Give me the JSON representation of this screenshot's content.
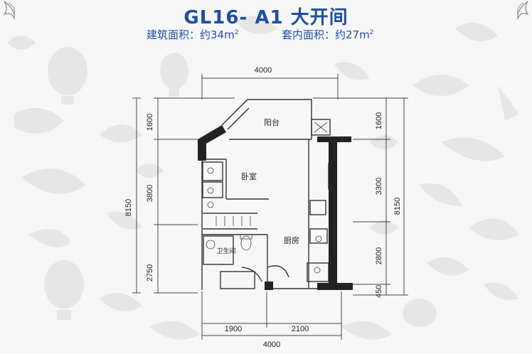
{
  "header": {
    "title": "GL16- A1  大开间",
    "building_area_label": "建筑面积：约34m",
    "inner_area_label": "套内面积：约27m",
    "superscript": "2"
  },
  "rooms": {
    "balcony": "阳台",
    "bedroom": "卧室",
    "kitchen": "厨房",
    "bathroom": "卫生间"
  },
  "dimensions": {
    "top_total": "4000",
    "bottom_left": "1900",
    "bottom_right": "2100",
    "bottom_total": "4000",
    "left_1": "1600",
    "left_2": "3800",
    "left_3": "2750",
    "left_total": "8150",
    "right_1": "1600",
    "right_2": "3300",
    "right_3": "2800",
    "right_4": "450",
    "right_total": "8150"
  },
  "colors": {
    "title": "#1f4da3",
    "wall": "#222222",
    "line": "#444444",
    "background_pattern": "#e4e4e4"
  }
}
